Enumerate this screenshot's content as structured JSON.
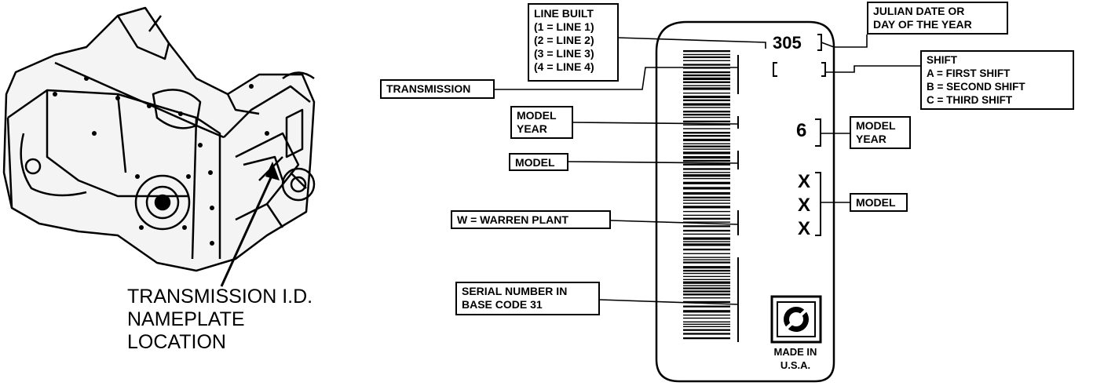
{
  "transmission_location": {
    "lines": [
      "TRANSMISSION I.D.",
      "NAMEPLATE",
      "LOCATION"
    ]
  },
  "callouts": {
    "line_built": [
      "LINE BUILT",
      "(1  =  LINE 1)",
      "(2  =  LINE 2)",
      "(3  =  LINE 3)",
      "(4  =  LINE 4)"
    ],
    "transmission": [
      "TRANSMISSION"
    ],
    "model_year_left": [
      "MODEL",
      "YEAR"
    ],
    "model_left": [
      "MODEL"
    ],
    "warren_plant": [
      "W  =  WARREN PLANT"
    ],
    "serial_number": [
      "SERIAL NUMBER IN",
      "BASE CODE 31"
    ],
    "julian_date": [
      "JULIAN DATE OR",
      "DAY OF THE YEAR"
    ],
    "shift": [
      "SHIFT",
      "A  =  FIRST SHIFT",
      "B  =  SECOND SHIFT",
      "C  =  THIRD SHIFT"
    ],
    "model_year_right": [
      "MODEL",
      "YEAR"
    ],
    "model_right": [
      "MODEL"
    ]
  },
  "tag": {
    "day_code": "305",
    "year_code": "6",
    "model_chars": [
      "X",
      "X",
      "X"
    ],
    "made_in": [
      "MADE IN",
      "U.S.A."
    ]
  }
}
